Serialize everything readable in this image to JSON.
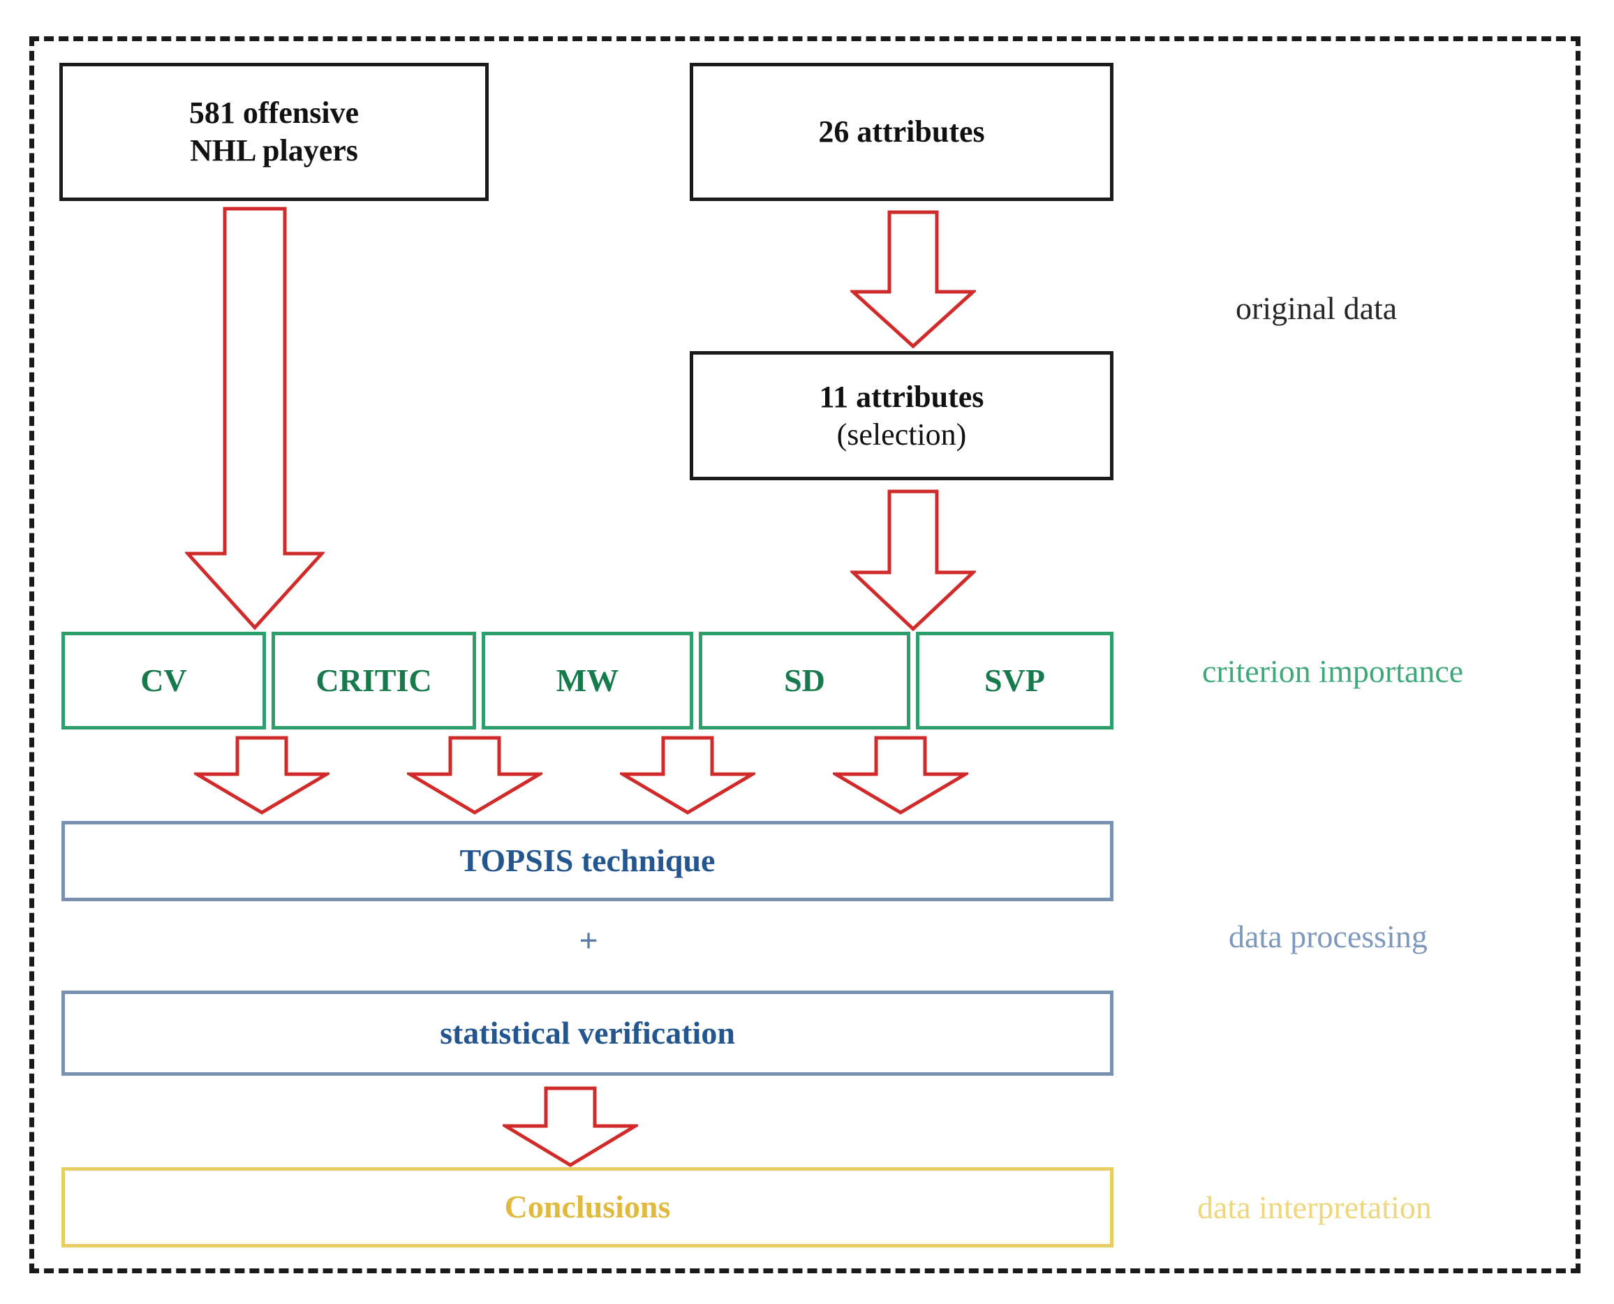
{
  "diagram": {
    "title": "Research methodology flowchart",
    "frame": {
      "style": "dashed",
      "color": "#1a1a1a"
    },
    "colors": {
      "black_node": "#1b1b1b",
      "green_node": "#2e9e6b",
      "green_text": "#167a4c",
      "blue_node": "#7a90b0",
      "blue_text": "#23568f",
      "yellow_node": "#e8cd62",
      "yellow_text": "#e0b93f",
      "arrow": "#d02a2a",
      "label_original": "#262626",
      "label_criterion": "#3fa878",
      "label_processing": "#7e98bd",
      "label_interpretation": "#eed67a"
    },
    "input_nodes": [
      {
        "id": "players",
        "line1": "581 offensive",
        "line2": "NHL players"
      },
      {
        "id": "attributes_26",
        "line1": "26 attributes",
        "line2": ""
      }
    ],
    "selection_node": {
      "id": "attributes_11",
      "line1": "11 attributes",
      "line2": "(selection)"
    },
    "criterion_methods": [
      {
        "id": "cv",
        "label": "CV"
      },
      {
        "id": "critic",
        "label": "CRITIC"
      },
      {
        "id": "mw",
        "label": "MW"
      },
      {
        "id": "sd",
        "label": "SD"
      },
      {
        "id": "svp",
        "label": "SVP"
      }
    ],
    "processing_nodes": [
      {
        "id": "topsis",
        "label": "TOPSIS technique"
      },
      {
        "id": "statistical",
        "label": "statistical verification"
      }
    ],
    "plus_operator": "+",
    "conclusion_node": {
      "id": "conclusions",
      "label": "Conclusions"
    },
    "stage_labels": [
      {
        "id": "original",
        "label": "original data"
      },
      {
        "id": "criterion",
        "label": "criterion importance"
      },
      {
        "id": "processing",
        "label": "data processing"
      },
      {
        "id": "interpretation",
        "label": "data interpretation"
      }
    ],
    "arrows": [
      {
        "id": "players-to-criteria",
        "direction": "down",
        "size": "tall"
      },
      {
        "id": "attributes26-to-attributes11",
        "direction": "down",
        "size": "medium"
      },
      {
        "id": "attributes11-to-criteria",
        "direction": "down",
        "size": "medium"
      },
      {
        "id": "cv-to-topsis",
        "direction": "down",
        "size": "small"
      },
      {
        "id": "critic-to-topsis",
        "direction": "down",
        "size": "small"
      },
      {
        "id": "mw-to-topsis",
        "direction": "down",
        "size": "small"
      },
      {
        "id": "sd-to-topsis",
        "direction": "down",
        "size": "small"
      },
      {
        "id": "statistical-to-conclusions",
        "direction": "down",
        "size": "small"
      }
    ]
  }
}
